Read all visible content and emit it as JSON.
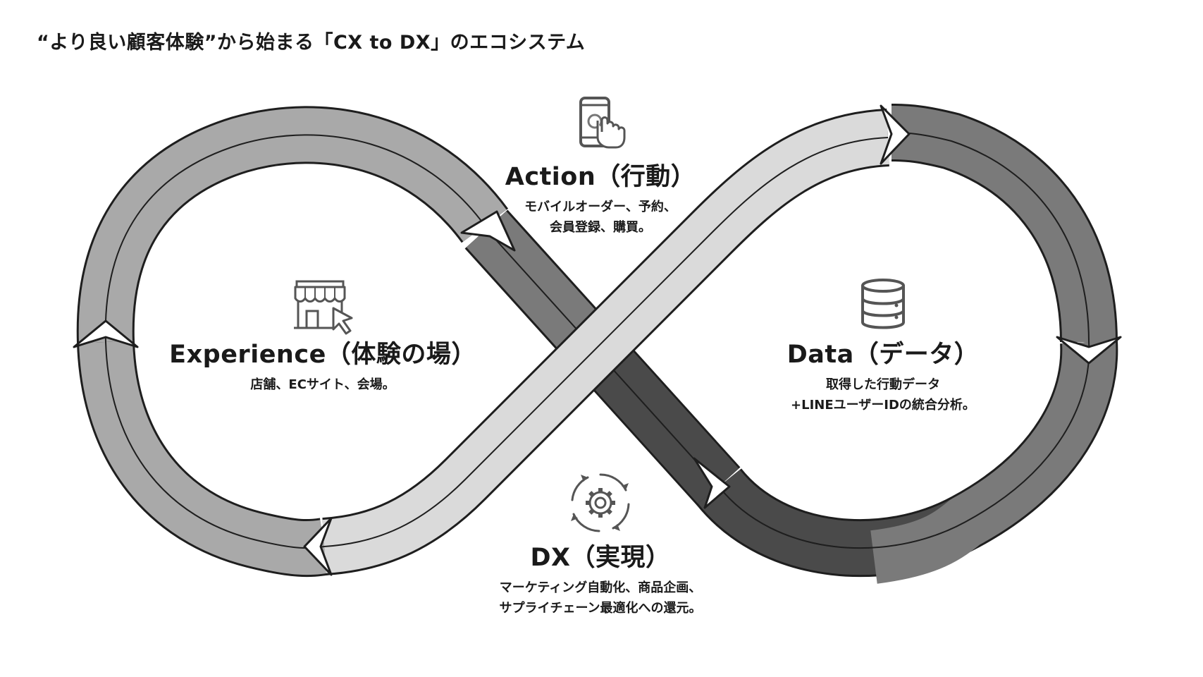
{
  "title": "“より良い顧客体験”から始まる「CX to DX」のエコシステム",
  "stages": {
    "action": {
      "title": "Action（行動）",
      "desc": [
        "モバイルオーダー、予約、",
        "会員登録、購買。"
      ],
      "icon": "smartphone-tap-icon"
    },
    "experience": {
      "title": "Experience（体験の場）",
      "desc": [
        "店舗、ECサイト、会場。"
      ],
      "icon": "storefront-cursor-icon"
    },
    "data": {
      "title": "Data（データ）",
      "desc": [
        "取得した行動データ",
        "+LINEユーザーIDの統合分析。"
      ],
      "icon": "database-icon"
    },
    "dx": {
      "title": "DX（実現）",
      "desc": [
        "マーケティング自動化、商品企画、",
        "サプライチェーン最適化への還元。"
      ],
      "icon": "gear-cycle-icon"
    }
  },
  "colors": {
    "band_light": "#dadada",
    "band_mid": "#a9a9a9",
    "band_gray": "#7a7a7a",
    "band_dark": "#4a4a4a",
    "outline": "#1e1e1e",
    "text": "#1a1a1a"
  }
}
